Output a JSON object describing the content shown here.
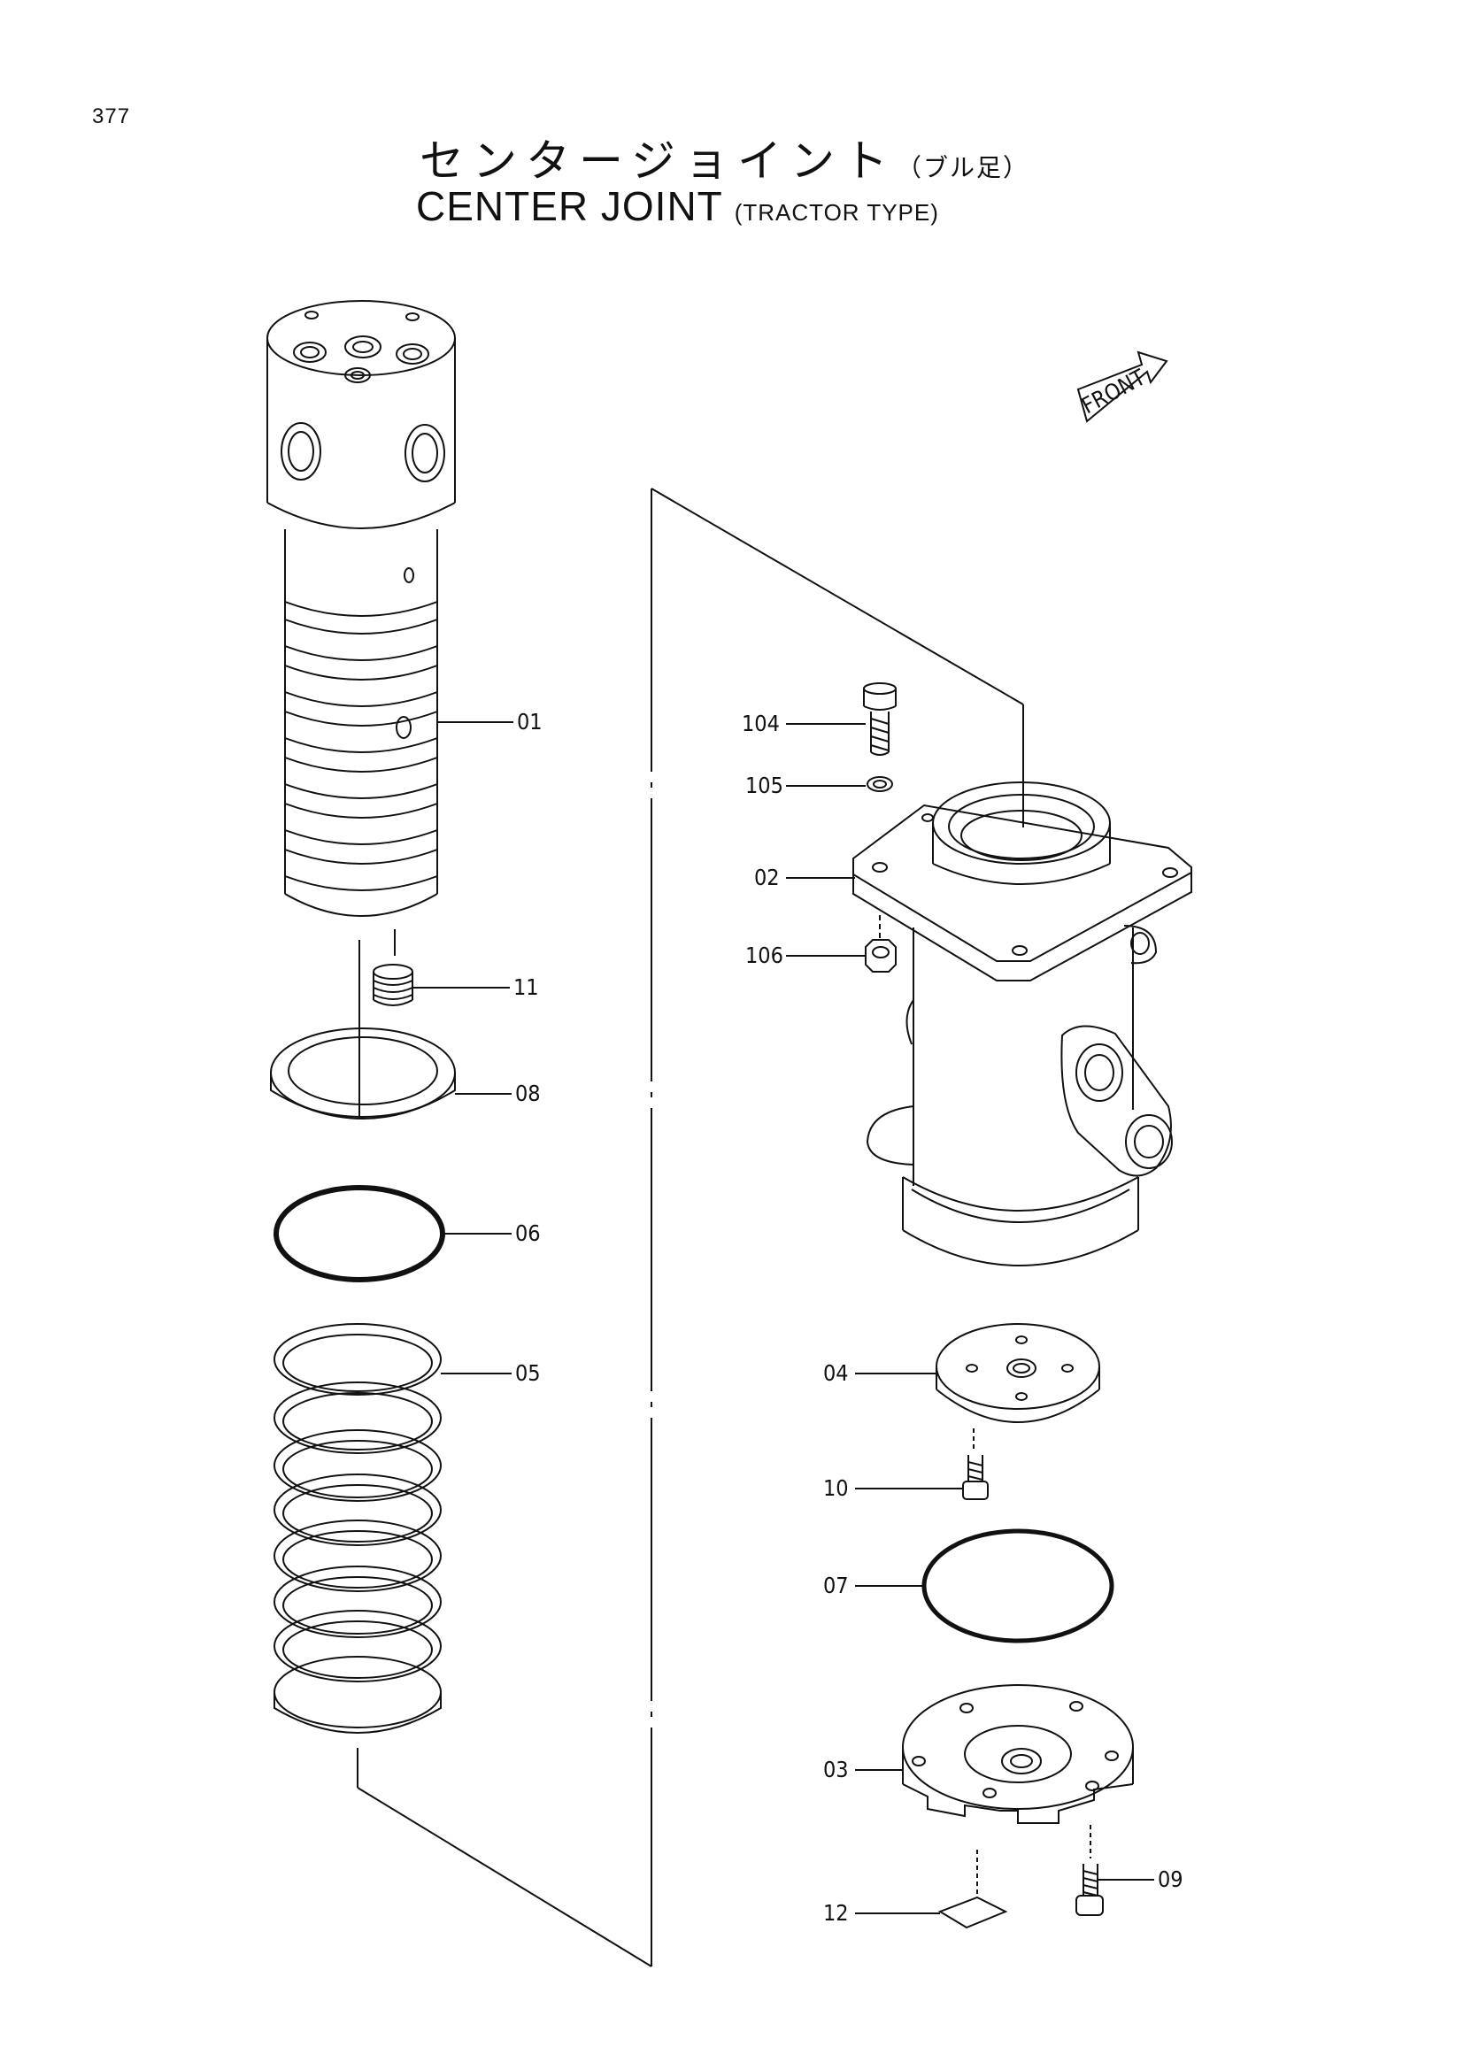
{
  "page": {
    "number": "377",
    "title_jp": "センタージョイント",
    "title_jp_sub": "（ブル足）",
    "title_en": "CENTER JOINT",
    "title_en_sub": "(TRACTOR TYPE)"
  },
  "front_marker": {
    "label": "FRONT"
  },
  "part_labels": {
    "p01": "01",
    "p02": "02",
    "p03": "03",
    "p04": "04",
    "p05": "05",
    "p06": "06",
    "p07": "07",
    "p08": "08",
    "p09": "09",
    "p10": "10",
    "p11": "11",
    "p12": "12",
    "p104": "104",
    "p105": "105",
    "p106": "106"
  },
  "colors": {
    "ink": "#111111",
    "paper": "#ffffff"
  }
}
